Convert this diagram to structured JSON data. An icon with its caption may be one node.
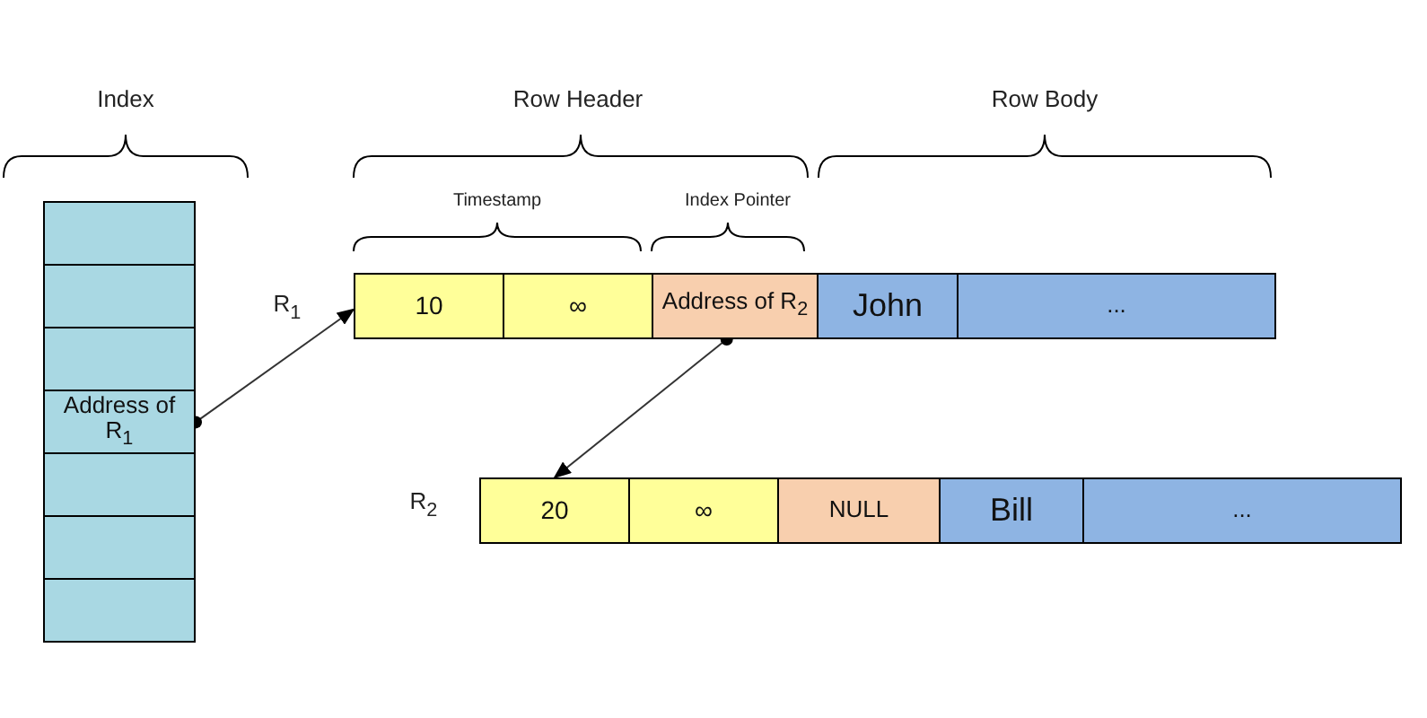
{
  "diagram": {
    "nodes": [
      {
        "text": [],
        "shape": "box"
      },
      {
        "text": [],
        "shape": "box"
      },
      {
        "text": [],
        "shape": "box"
      },
      {
        "text": [
          "Address of R$_{1}$"
        ]
      },
      {
        "text": [],
        "shape": "box"
      },
      {
        "text": [],
        "shape": "box"
      },
      {
        "text": [],
        "shape": "box"
      },
      {
        "text": [
          "10"
        ]
      },
      {
        "text": [
          "∞"
        ]
      },
      {
        "text": [
          "Address of R$_{2}$"
        ]
      },
      {
        "text": [
          "John"
        ]
      },
      {
        "text": [
          "..."
        ]
      },
      {
        "text": [
          "20"
        ]
      },
      {
        "text": [
          "∞"
        ]
      },
      {
        "text": [
          "NULL"
        ]
      },
      {
        "text": [
          "Bill"
        ]
      },
      {
        "text": [
          "..."
        ]
      }
    ],
    "edges": [
      {
        "from": 3,
        "to": 7,
        "arrow": "to"
      },
      {
        "from": 9,
        "to": 12,
        "arrow": "to"
      }
    ],
    "labels": [
      "Index",
      "Row Header",
      "Row Body",
      "Timestamp",
      "Index Pointer",
      "R$_{1}$",
      "R$_{2}$"
    ]
  }
}
